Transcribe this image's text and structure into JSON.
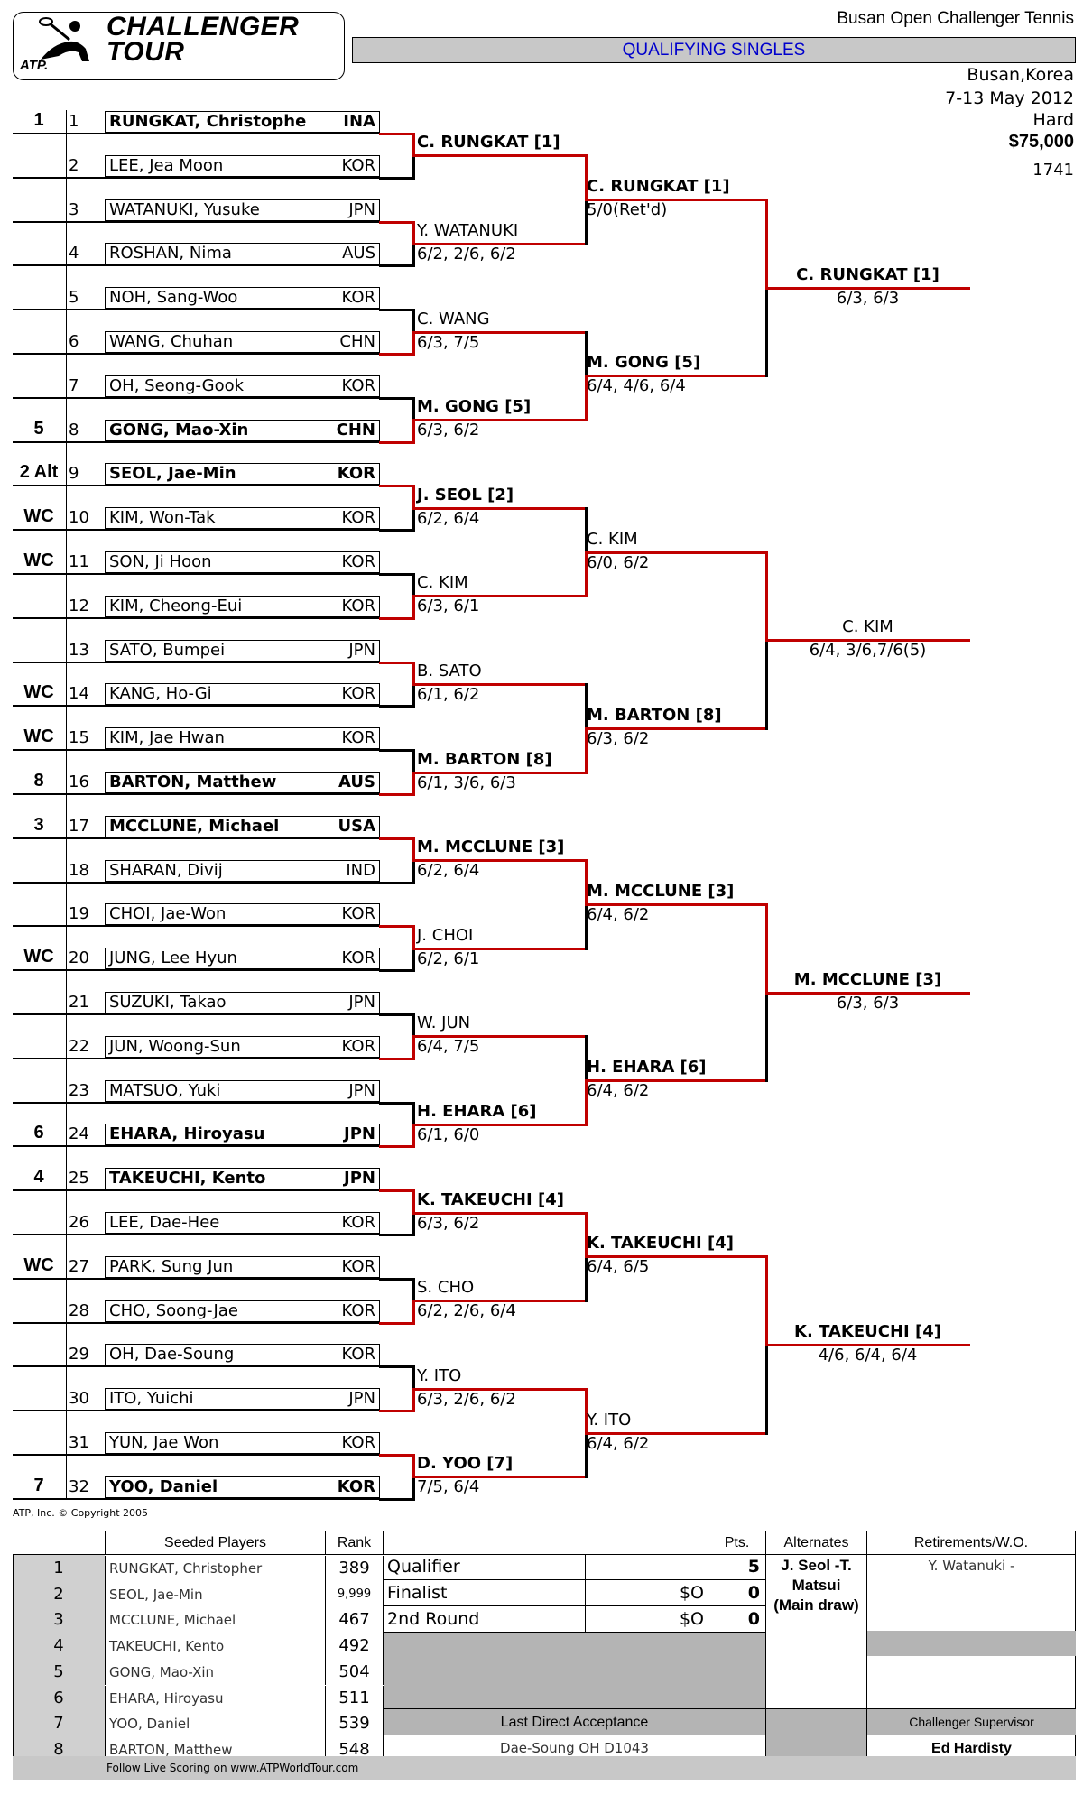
{
  "header": {
    "logo_text_line1": "CHALLENGER",
    "logo_text_line2": "TOUR",
    "logo_atp": "ATP.",
    "tournament": "Busan Open Challenger Tennis",
    "draw_title": "QUALIFYING SINGLES",
    "location": "Busan,Korea",
    "dates": "7-13 May 2012",
    "surface": "Hard",
    "prize": "$75,000",
    "code": "1741"
  },
  "players": [
    {
      "num": "1",
      "seed": "1",
      "name": "RUNGKAT, Christophe",
      "country": "INA",
      "bold": true
    },
    {
      "num": "2",
      "seed": "",
      "name": "LEE, Jea Moon",
      "country": "KOR",
      "bold": false
    },
    {
      "num": "3",
      "seed": "",
      "name": "WATANUKI, Yusuke",
      "country": "JPN",
      "bold": false
    },
    {
      "num": "4",
      "seed": "",
      "name": "ROSHAN, Nima",
      "country": "AUS",
      "bold": false
    },
    {
      "num": "5",
      "seed": "",
      "name": "NOH, Sang-Woo",
      "country": "KOR",
      "bold": false
    },
    {
      "num": "6",
      "seed": "",
      "name": "WANG, Chuhan",
      "country": "CHN",
      "bold": false
    },
    {
      "num": "7",
      "seed": "",
      "name": "OH, Seong-Gook",
      "country": "KOR",
      "bold": false
    },
    {
      "num": "8",
      "seed": "5",
      "name": "GONG, Mao-Xin",
      "country": "CHN",
      "bold": true
    },
    {
      "num": "9",
      "seed": "2 Alt",
      "name": "SEOL, Jae-Min",
      "country": "KOR",
      "bold": true
    },
    {
      "num": "10",
      "seed": "WC",
      "name": "KIM, Won-Tak",
      "country": "KOR",
      "bold": false
    },
    {
      "num": "11",
      "seed": "WC",
      "name": "SON, Ji Hoon",
      "country": "KOR",
      "bold": false
    },
    {
      "num": "12",
      "seed": "",
      "name": "KIM, Cheong-Eui",
      "country": "KOR",
      "bold": false
    },
    {
      "num": "13",
      "seed": "",
      "name": "SATO, Bumpei",
      "country": "JPN",
      "bold": false
    },
    {
      "num": "14",
      "seed": "WC",
      "name": "KANG, Ho-Gi",
      "country": "KOR",
      "bold": false
    },
    {
      "num": "15",
      "seed": "WC",
      "name": "KIM, Jae Hwan",
      "country": "KOR",
      "bold": false
    },
    {
      "num": "16",
      "seed": "8",
      "name": "BARTON, Matthew",
      "country": "AUS",
      "bold": true
    },
    {
      "num": "17",
      "seed": "3",
      "name": "MCCLUNE, Michael",
      "country": "USA",
      "bold": true
    },
    {
      "num": "18",
      "seed": "",
      "name": "SHARAN, Divij",
      "country": "IND",
      "bold": false
    },
    {
      "num": "19",
      "seed": "",
      "name": "CHOI, Jae-Won",
      "country": "KOR",
      "bold": false
    },
    {
      "num": "20",
      "seed": "WC",
      "name": "JUNG, Lee Hyun",
      "country": "KOR",
      "bold": false
    },
    {
      "num": "21",
      "seed": "",
      "name": "SUZUKI, Takao",
      "country": "JPN",
      "bold": false
    },
    {
      "num": "22",
      "seed": "",
      "name": "JUN, Woong-Sun",
      "country": "KOR",
      "bold": false
    },
    {
      "num": "23",
      "seed": "",
      "name": "MATSUO, Yuki",
      "country": "JPN",
      "bold": false
    },
    {
      "num": "24",
      "seed": "6",
      "name": "EHARA, Hiroyasu",
      "country": "JPN",
      "bold": true
    },
    {
      "num": "25",
      "seed": "4",
      "name": "TAKEUCHI, Kento",
      "country": "JPN",
      "bold": true
    },
    {
      "num": "26",
      "seed": "",
      "name": "LEE, Dae-Hee",
      "country": "KOR",
      "bold": false
    },
    {
      "num": "27",
      "seed": "WC",
      "name": "PARK, Sung Jun",
      "country": "KOR",
      "bold": false
    },
    {
      "num": "28",
      "seed": "",
      "name": "CHO, Soong-Jae",
      "country": "KOR",
      "bold": false
    },
    {
      "num": "29",
      "seed": "",
      "name": "OH, Dae-Soung",
      "country": "KOR",
      "bold": false
    },
    {
      "num": "30",
      "seed": "",
      "name": "ITO, Yuichi",
      "country": "JPN",
      "bold": false
    },
    {
      "num": "31",
      "seed": "",
      "name": "YUN, Jae Won",
      "country": "KOR",
      "bold": false
    },
    {
      "num": "32",
      "seed": "7",
      "name": "YOO, Daniel",
      "country": "KOR",
      "bold": true
    }
  ],
  "round2": [
    {
      "name": "C. RUNGKAT [1]",
      "score": "",
      "bold": true,
      "from": "top"
    },
    {
      "name": "Y. WATANUKI",
      "score": "6/2, 2/6, 6/2",
      "bold": false,
      "from": "top"
    },
    {
      "name": "C. WANG",
      "score": "6/3, 7/5",
      "bold": false,
      "from": "bottom"
    },
    {
      "name": "M. GONG [5]",
      "score": "6/3, 6/2",
      "bold": true,
      "from": "bottom"
    },
    {
      "name": "J. SEOL [2]",
      "score": "6/2, 6/4",
      "bold": true,
      "from": "top"
    },
    {
      "name": "C. KIM",
      "score": "6/3, 6/1",
      "bold": false,
      "from": "bottom"
    },
    {
      "name": "B. SATO",
      "score": "6/1, 6/2",
      "bold": false,
      "from": "top"
    },
    {
      "name": "M. BARTON [8]",
      "score": "6/1, 3/6, 6/3",
      "bold": true,
      "from": "bottom"
    },
    {
      "name": "M. MCCLUNE [3]",
      "score": "6/2, 6/4",
      "bold": true,
      "from": "top"
    },
    {
      "name": "J. CHOI",
      "score": "6/2, 6/1",
      "bold": false,
      "from": "top"
    },
    {
      "name": "W. JUN",
      "score": "6/4, 7/5",
      "bold": false,
      "from": "bottom"
    },
    {
      "name": "H. EHARA [6]",
      "score": "6/1, 6/0",
      "bold": true,
      "from": "bottom"
    },
    {
      "name": "K. TAKEUCHI [4]",
      "score": "6/3, 6/2",
      "bold": true,
      "from": "top"
    },
    {
      "name": "S. CHO",
      "score": "6/2, 2/6, 6/4",
      "bold": false,
      "from": "bottom"
    },
    {
      "name": "Y. ITO",
      "score": "6/3, 2/6, 6/2",
      "bold": false,
      "from": "bottom"
    },
    {
      "name": "D. YOO [7]",
      "score": "7/5, 6/4",
      "bold": true,
      "from": "top"
    }
  ],
  "round3": [
    {
      "name": "C. RUNGKAT [1]",
      "score": "5/0(Ret'd)",
      "bold": true,
      "from": "top"
    },
    {
      "name": "M. GONG [5]",
      "score": "6/4, 4/6, 6/4",
      "bold": true,
      "from": "bottom"
    },
    {
      "name": "C. KIM",
      "score": "6/0, 6/2",
      "bold": false,
      "from": "bottom"
    },
    {
      "name": "M. BARTON [8]",
      "score": "6/3, 6/2",
      "bold": true,
      "from": "bottom"
    },
    {
      "name": "M. MCCLUNE [3]",
      "score": "6/4, 6/2",
      "bold": true,
      "from": "top"
    },
    {
      "name": "H. EHARA [6]",
      "score": "6/4, 6/2",
      "bold": true,
      "from": "bottom"
    },
    {
      "name": "K. TAKEUCHI [4]",
      "score": "6/4, 6/5",
      "bold": true,
      "from": "top"
    },
    {
      "name": "Y. ITO",
      "score": "6/4, 6/2",
      "bold": false,
      "from": "top"
    }
  ],
  "qualifiers": [
    {
      "name": "C. RUNGKAT [1]",
      "score": "6/3, 6/3",
      "bold": true,
      "from": "top"
    },
    {
      "name": "C. KIM",
      "score": "6/4, 3/6,7/6(5)",
      "bold": false,
      "from": "top"
    },
    {
      "name": "M. MCCLUNE [3]",
      "score": "6/3, 6/3",
      "bold": true,
      "from": "top"
    },
    {
      "name": "K. TAKEUCHI [4]",
      "score": "4/6, 6/4, 6/4",
      "bold": true,
      "from": "top"
    }
  ],
  "copyright": "ATP, Inc. © Copyright 2005",
  "seeded_table": {
    "header_players": "Seeded Players",
    "header_rank": "Rank",
    "rows": [
      {
        "n": "1",
        "name": "RUNGKAT, Christopher",
        "rank": "389"
      },
      {
        "n": "2",
        "name": "SEOL, Jae-Min",
        "rank": "9,999"
      },
      {
        "n": "3",
        "name": "MCCLUNE, Michael",
        "rank": "467"
      },
      {
        "n": "4",
        "name": "TAKEUCHI, Kento",
        "rank": "492"
      },
      {
        "n": "5",
        "name": "GONG, Mao-Xin",
        "rank": "504"
      },
      {
        "n": "6",
        "name": "EHARA, Hiroyasu",
        "rank": "511"
      },
      {
        "n": "7",
        "name": "YOO, Daniel",
        "rank": "539"
      },
      {
        "n": "8",
        "name": "BARTON, Matthew",
        "rank": "548"
      }
    ]
  },
  "points_table": {
    "header_pts": "Pts.",
    "rows": [
      {
        "label": "Qualifier",
        "money": "",
        "pts": "5"
      },
      {
        "label": "Finalist",
        "money": "$O",
        "pts": "0"
      },
      {
        "label": "2nd Round",
        "money": "$O",
        "pts": "0"
      }
    ]
  },
  "alternates": {
    "header": "Alternates",
    "text": "J. Seol -T. Matsui (Main draw)"
  },
  "retirements": {
    "header": "Retirements/W.O.",
    "text": "Y. Watanuki -"
  },
  "last_direct": {
    "header": "Last Direct Acceptance",
    "value": "Dae-Soung OH D1043"
  },
  "supervisor": {
    "header": "Challenger Supervisor",
    "value": "Ed Hardisty"
  },
  "footer": "Follow Live Scoring on www.ATPWorldTour.com"
}
